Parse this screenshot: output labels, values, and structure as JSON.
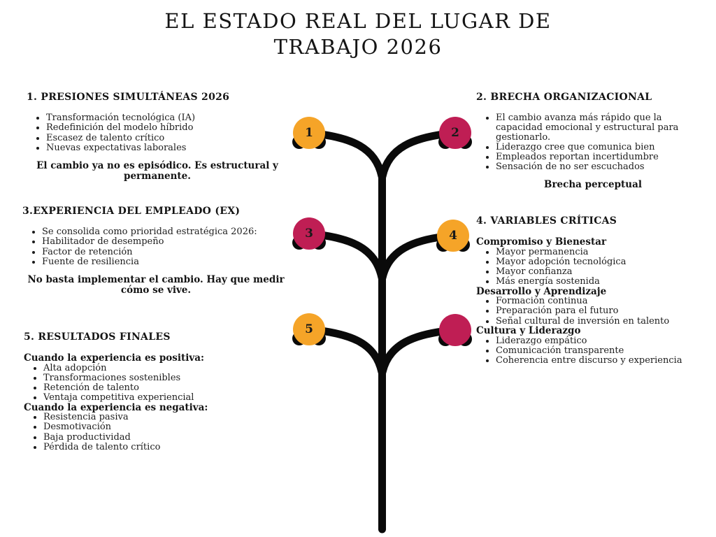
{
  "title": "EL ESTADO REAL DEL LUGAR DE\nTRABAJO 2026",
  "colors": {
    "orange": "#F5A428",
    "crimson": "#BF1E54",
    "tree": "#0a0a0a",
    "text": "#1c1c1c"
  },
  "sections": [
    {
      "heading": "1. PRESIONES SIMULTÁNEAS 2026",
      "bullets": [
        "Transformación tecnológica (IA)",
        "Redefinición del modelo híbrido",
        "Escasez de talento crítico",
        "Nuevas expectativas laborales"
      ],
      "tagline": "El cambio ya no es episódico. Es estructural y permanente."
    },
    {
      "heading": "2. BRECHA ORGANIZACIONAL",
      "bullets": [
        "El cambio avanza más rápido que la capacidad emocional y estructural para gestionarlo.",
        "Liderazgo cree que comunica bien",
        "Empleados reportan incertidumbre",
        "Sensación de no ser escuchados"
      ],
      "tagline": "Brecha perceptual"
    },
    {
      "heading": "3.EXPERIENCIA DEL EMPLEADO (EX)",
      "bullets": [
        "Se consolida como prioridad estratégica 2026:",
        "Habilitador de desempeño",
        "Factor de retención",
        "Fuente de resiliencia"
      ],
      "tagline": "No basta implementar el cambio. Hay que medir cómo se vive."
    },
    {
      "heading": "4. VARIABLES CRÍTICAS",
      "groups": [
        {
          "subheading": "Compromiso y Bienestar",
          "bullets": [
            "Mayor permanencia",
            "Mayor adopción tecnológica",
            "Mayor confianza",
            "Más energía sostenida"
          ]
        },
        {
          "subheading": "Desarrollo y Aprendizaje",
          "bullets": [
            "Formación continua",
            "Preparación para el futuro",
            "Señal cultural de inversión en talento"
          ]
        },
        {
          "subheading": "Cultura y Liderazgo",
          "bullets": [
            "Liderazgo empático",
            "Comunicación transparente",
            "Coherencia entre discurso y experiencia"
          ]
        }
      ]
    },
    {
      "heading": "5. RESULTADOS FINALES",
      "groups": [
        {
          "subheading": "Cuando la experiencia es positiva:",
          "bullets": [
            "Alta adopción",
            "Transformaciones sostenibles",
            "Retención de talento",
            "Ventaja competitiva experiencial"
          ]
        },
        {
          "subheading": "Cuando la experiencia es negativa:",
          "bullets": [
            "Resistencia pasiva",
            "Desmotivación",
            "Baja productividad",
            "Pérdida de talento crítico"
          ]
        }
      ]
    }
  ],
  "tree": {
    "circles": [
      {
        "label": "1",
        "color": "orange"
      },
      {
        "label": "2",
        "color": "crimson"
      },
      {
        "label": "3",
        "color": "crimson"
      },
      {
        "label": "4",
        "color": "orange"
      },
      {
        "label": "5",
        "color": "orange"
      },
      {
        "label": "",
        "color": "crimson"
      }
    ]
  }
}
